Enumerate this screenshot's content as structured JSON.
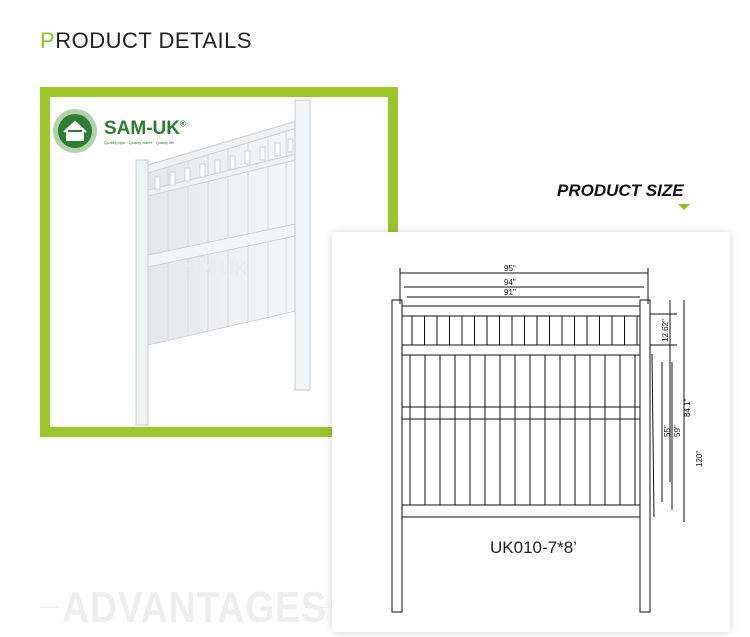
{
  "header": {
    "title_first": "P",
    "title_rest": "RODUCT DETAILS"
  },
  "logo": {
    "name": "SAM-UK",
    "registered": "®",
    "tagline": "Quality pipe · Quality water · Quality life",
    "watermark": "SAM-UK"
  },
  "product_size": {
    "title": "PRODUCT SIZE"
  },
  "drawing": {
    "model": "UK010-7*8’",
    "dimensions": {
      "width_overall": "95\"",
      "width_mid": "94\"",
      "width_inner": "91\"",
      "lattice": "12.62\"",
      "panel_inner": "55\"",
      "panel_outer": "59\"",
      "height_fence": "84.1\"",
      "height_post": "120\""
    }
  },
  "section": {
    "advantages": "ADVANTAGES"
  },
  "colors": {
    "accent": "#9cc72b"
  }
}
